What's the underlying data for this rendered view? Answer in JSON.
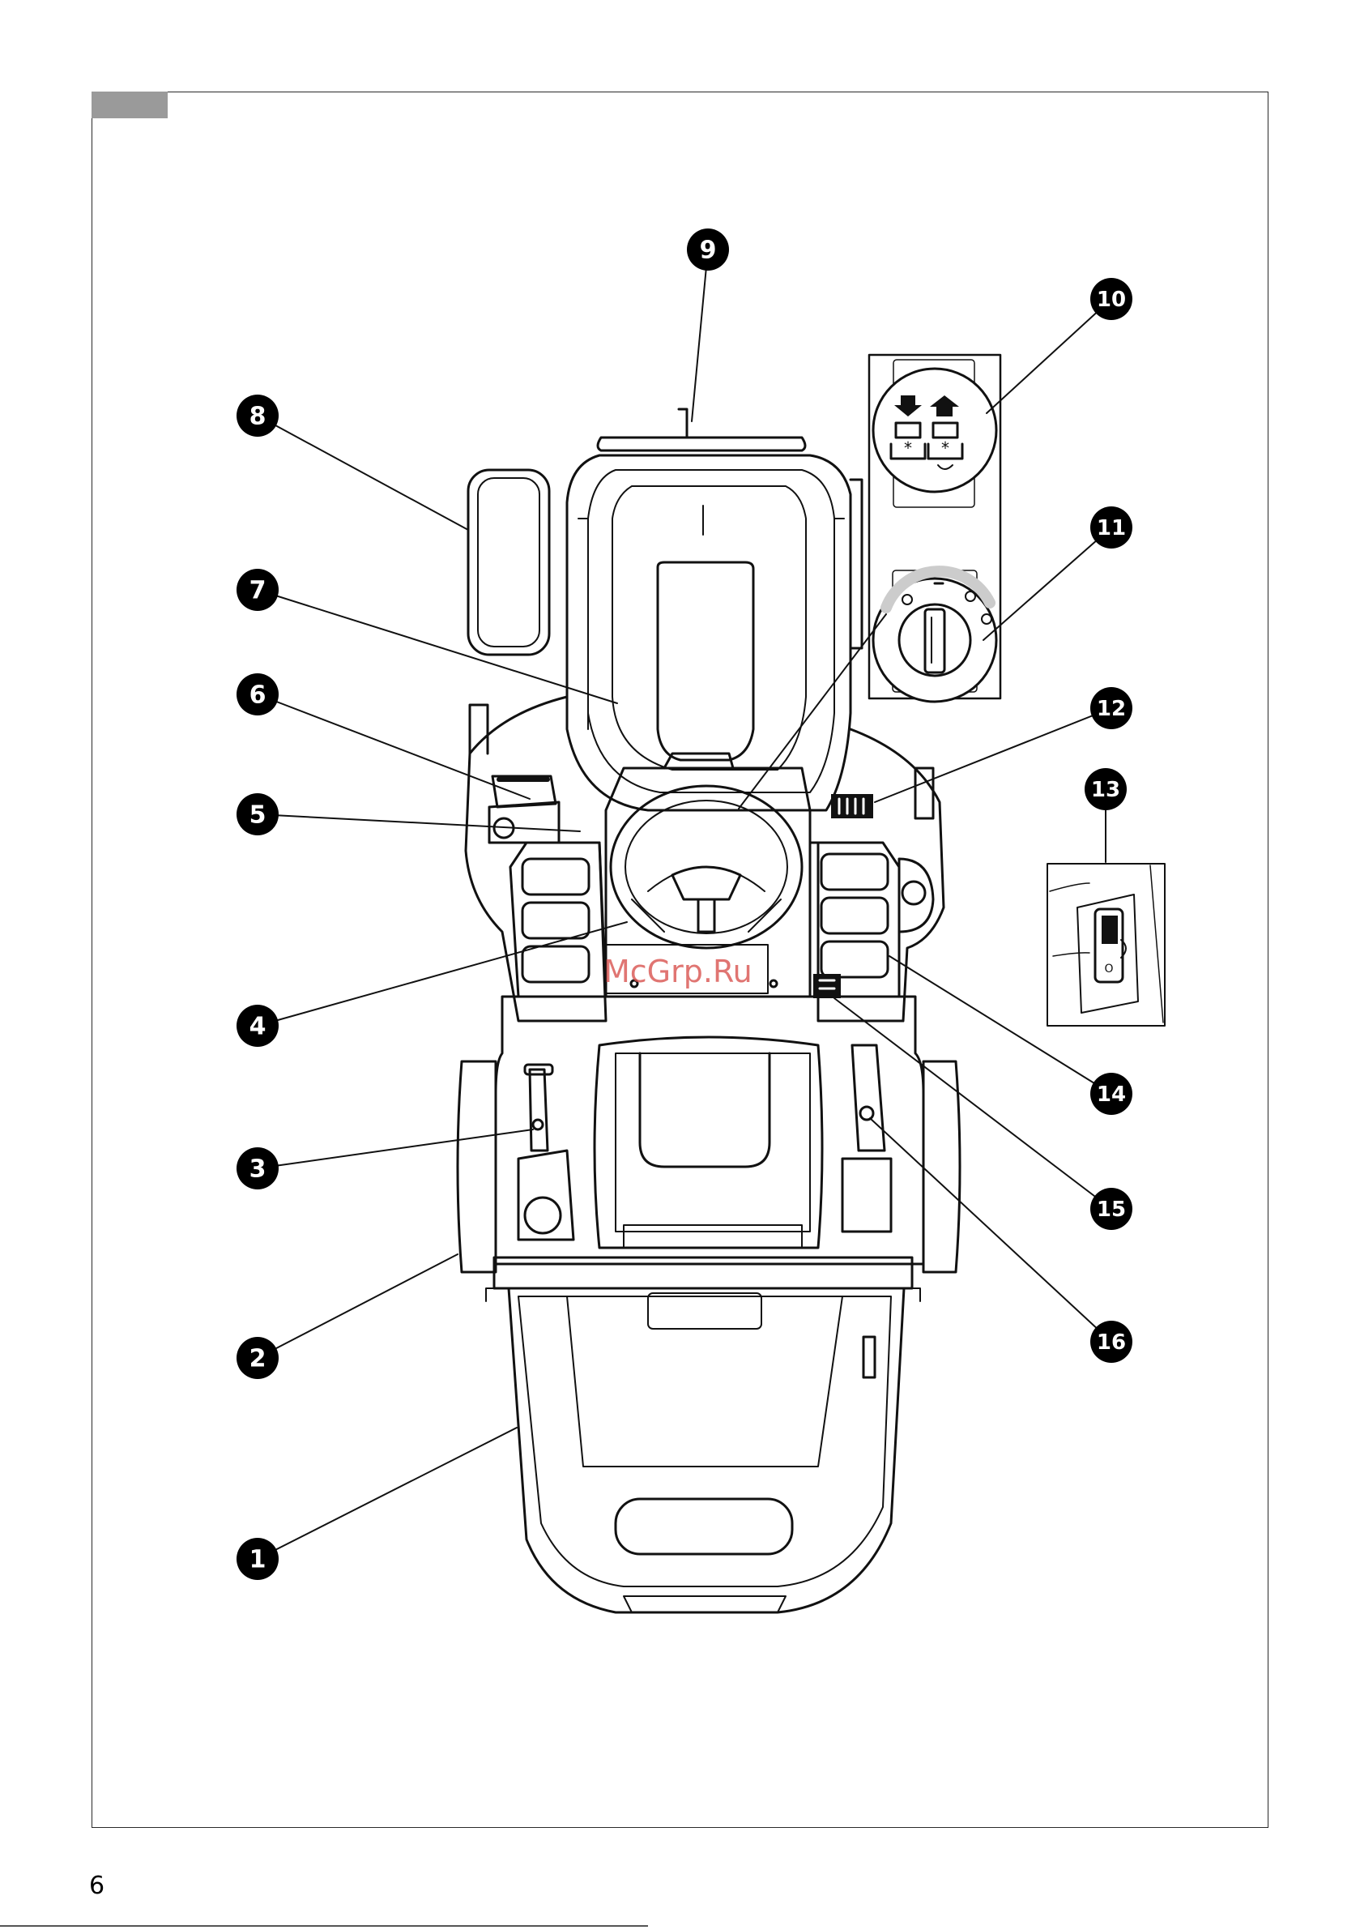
{
  "page": {
    "number": "6"
  },
  "watermark": "McGrp.Ru",
  "callouts": [
    "1",
    "2",
    "3",
    "4",
    "5",
    "6",
    "7",
    "8",
    "9",
    "10",
    "11",
    "12",
    "13",
    "14",
    "15",
    "16"
  ],
  "icons": {
    "blade_panel": "blade-engage-disengage-icon",
    "ignition": "ignition-key-switch-icon",
    "cutting_height": "cutting-height-icon",
    "rocker": "rocker-switch-icon",
    "speed": "speed-symbol-icon"
  },
  "colors": {
    "line": "#111111",
    "badge": "#000000",
    "tab": "#9a9a9a",
    "watermark": "#d9534f"
  }
}
